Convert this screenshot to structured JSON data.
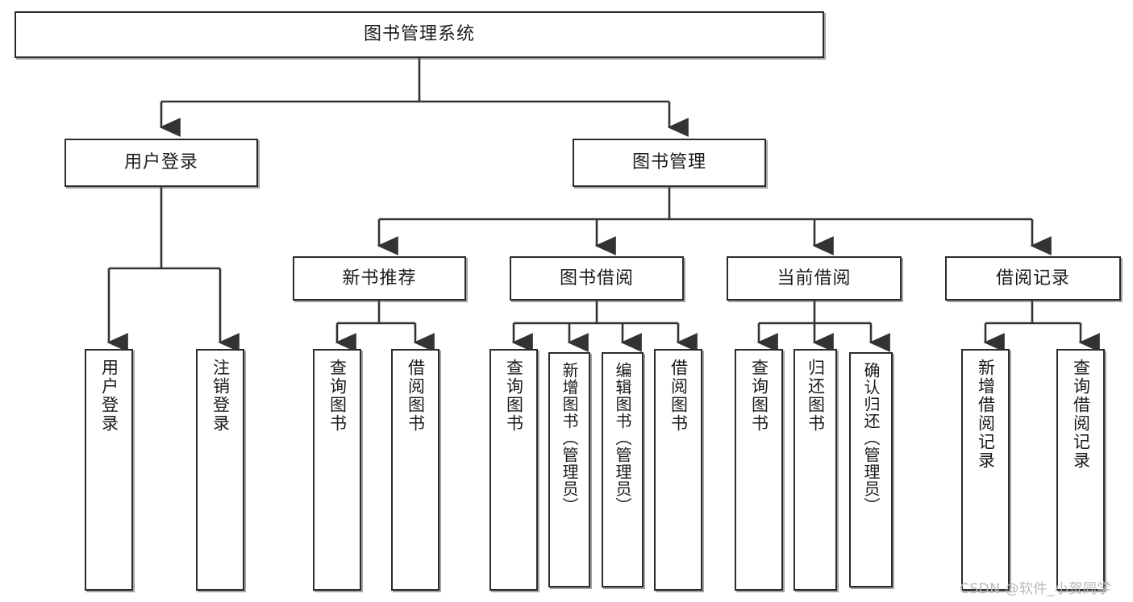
{
  "diagram": {
    "title": "图书管理系统",
    "type": "hierarchy-tree",
    "background_color": "#ffffff",
    "node_border_color": "#2b2b2b",
    "edge_color": "#333333",
    "watermark": {
      "text": "CSDN @软件_小贺同学",
      "color": "#b8b8b8"
    },
    "levels": [
      {
        "level": 1,
        "nodes": [
          {
            "id": "root",
            "label": "图书管理系统",
            "orientation": "horizontal"
          }
        ]
      },
      {
        "level": 2,
        "nodes": [
          {
            "id": "login",
            "label": "用户登录",
            "orientation": "horizontal",
            "parent": "root"
          },
          {
            "id": "bookmgmt",
            "label": "图书管理",
            "orientation": "horizontal",
            "parent": "root"
          }
        ]
      },
      {
        "level": 3,
        "nodes": [
          {
            "id": "recommend",
            "label": "新书推荐",
            "orientation": "horizontal",
            "parent": "bookmgmt"
          },
          {
            "id": "borrow",
            "label": "图书借阅",
            "orientation": "horizontal",
            "parent": "bookmgmt"
          },
          {
            "id": "current",
            "label": "当前借阅",
            "orientation": "horizontal",
            "parent": "bookmgmt"
          },
          {
            "id": "records",
            "label": "借阅记录",
            "orientation": "horizontal",
            "parent": "bookmgmt"
          }
        ]
      },
      {
        "level": 4,
        "nodes": [
          {
            "id": "leaf-user-login",
            "label": "用户登录",
            "orientation": "vertical",
            "parent": "login"
          },
          {
            "id": "leaf-user-logout",
            "label": "注销登录",
            "orientation": "vertical",
            "parent": "login"
          },
          {
            "id": "leaf-rec-query",
            "label": "查询图书",
            "orientation": "vertical",
            "parent": "recommend"
          },
          {
            "id": "leaf-rec-borrow",
            "label": "借阅图书",
            "orientation": "vertical",
            "parent": "recommend"
          },
          {
            "id": "leaf-borrow-query",
            "label": "查询图书",
            "orientation": "vertical",
            "parent": "borrow"
          },
          {
            "id": "leaf-borrow-add",
            "label": "新增图书（管理员）",
            "orientation": "vertical",
            "parent": "borrow"
          },
          {
            "id": "leaf-borrow-edit",
            "label": "编辑图书（管理员）",
            "orientation": "vertical",
            "parent": "borrow"
          },
          {
            "id": "leaf-borrow-lend",
            "label": "借阅图书",
            "orientation": "vertical",
            "parent": "borrow"
          },
          {
            "id": "leaf-cur-query",
            "label": "查询图书",
            "orientation": "vertical",
            "parent": "current"
          },
          {
            "id": "leaf-cur-return",
            "label": "归还图书",
            "orientation": "vertical",
            "parent": "current"
          },
          {
            "id": "leaf-cur-confirm",
            "label": "确认归还（管理员）",
            "orientation": "vertical",
            "parent": "current"
          },
          {
            "id": "leaf-rec-add",
            "label": "新增借阅记录",
            "orientation": "vertical",
            "parent": "records"
          },
          {
            "id": "leaf-rec-search",
            "label": "查询借阅记录",
            "orientation": "vertical",
            "parent": "records"
          }
        ]
      }
    ]
  }
}
